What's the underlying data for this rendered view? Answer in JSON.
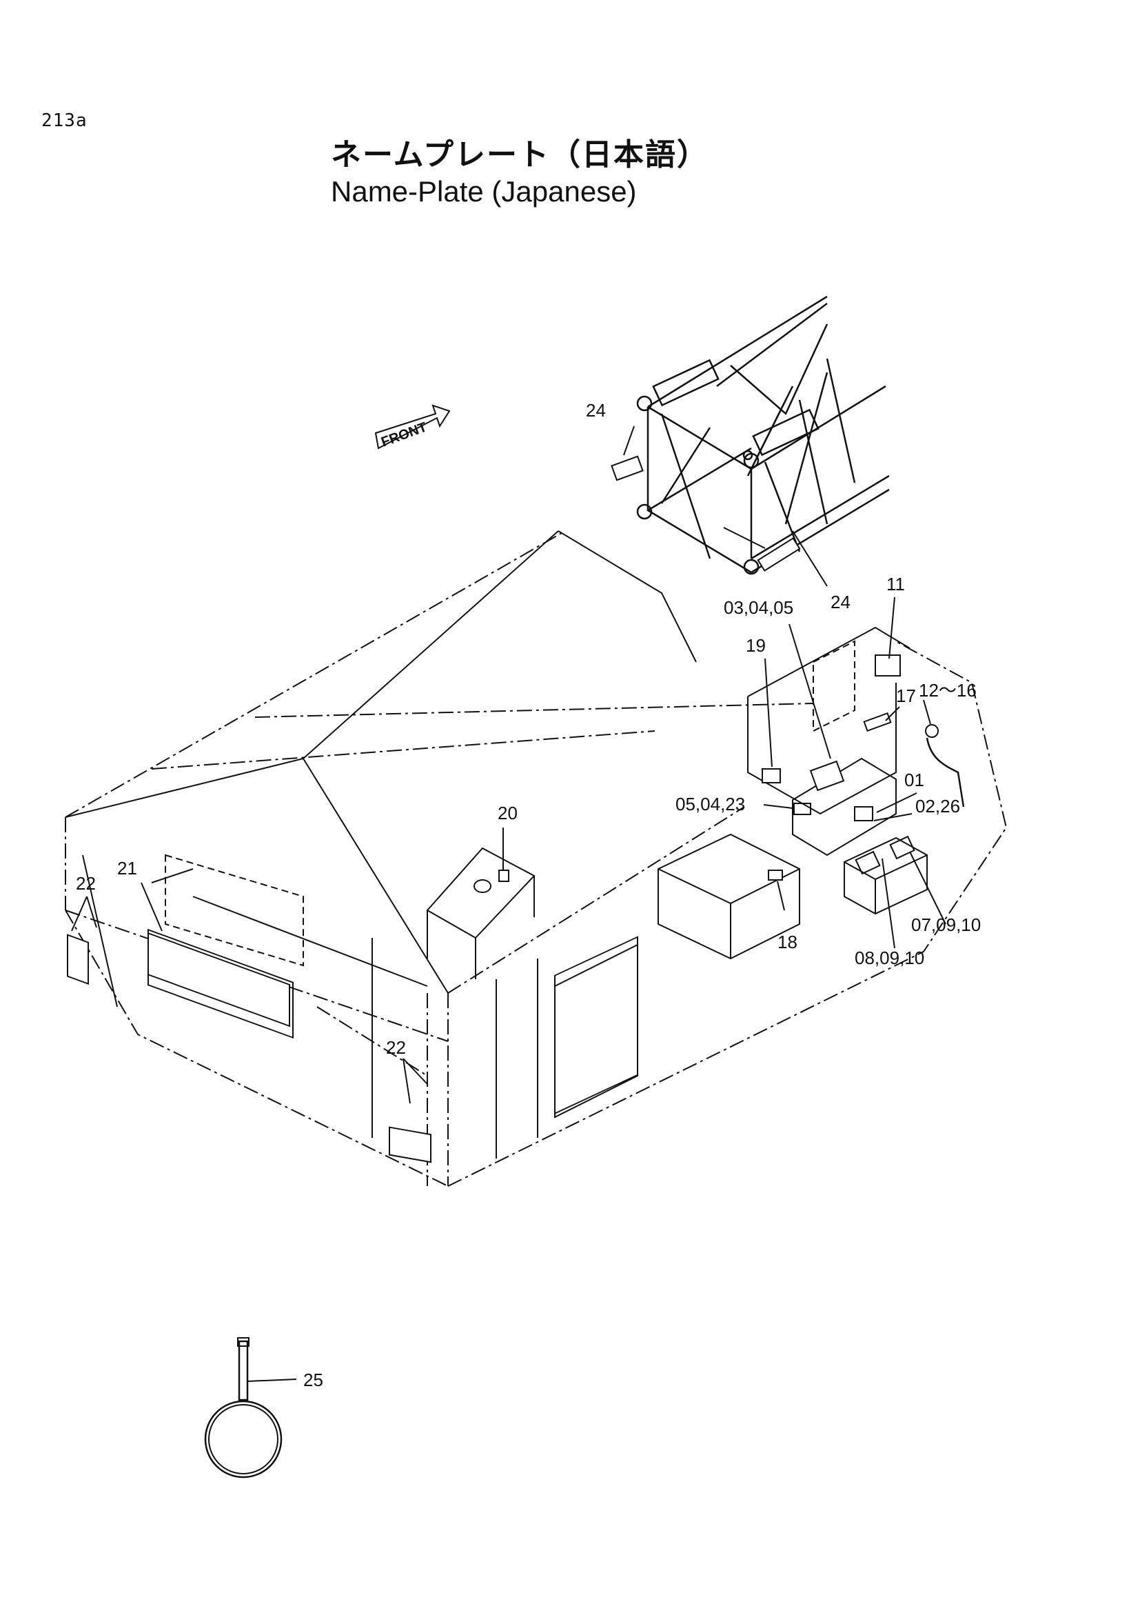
{
  "page_number": "213a",
  "title_japanese": "ネームプレート（日本語）",
  "title_english": "Name-Plate (Japanese)",
  "front_arrow_label": "FRONT",
  "callouts": {
    "c24_top": "24",
    "c24_bottom": "24",
    "c03_04_05": "03,04,05",
    "c11": "11",
    "c19": "19",
    "c17": "17",
    "c12_16": "12〜16",
    "c01": "01",
    "c02_26": "02,26",
    "c05_04_23": "05,04,23",
    "c20": "20",
    "c21": "21",
    "c22_left": "22",
    "c22_right": "22",
    "c18": "18",
    "c07_09_10": "07,09,10",
    "c08_09_10": "08,09,10",
    "c25": "25"
  }
}
